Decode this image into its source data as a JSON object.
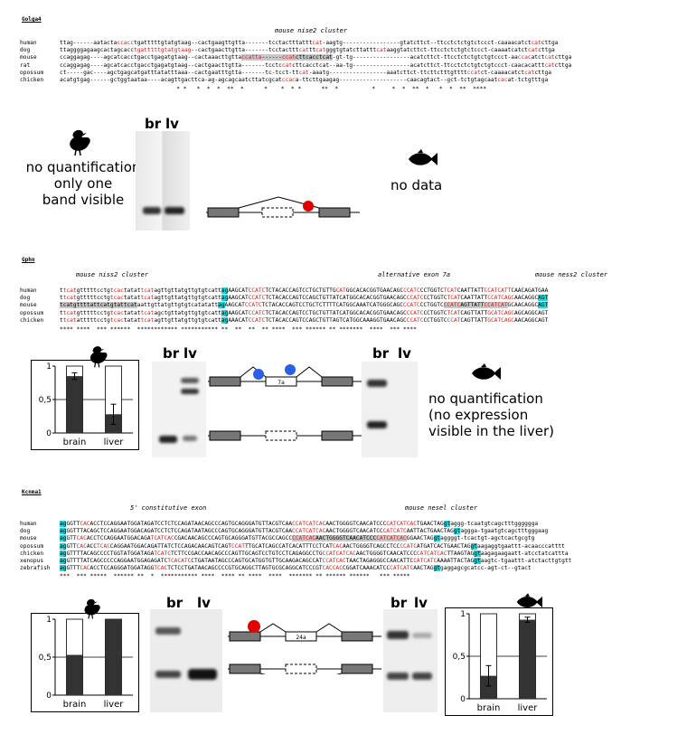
{
  "sections": [
    {
      "gene": "Golga4",
      "cluster_labels": [
        "mouse nise2 cluster"
      ],
      "species": [
        "human",
        "dog",
        "mouse",
        "rat",
        "opossum",
        "chicken"
      ],
      "seqs": [
        "ttag------aatacta{ccacc}tgatttttgtatgtaag--cactgaagttgtta-------tcctactttattt{cat}-aagtg-----------------gtatcttct--ttcctctctgtctccct-caaaacatct{cat}cttga",
        "ttaggggagaagcactagcacc{tgatttttgtatgtaag}--cactgaacttgtta-------tcctacttt{cat}tt{cat}gggtgtatcttattt{cat}aaggtatcttct-ttcctctctgtctccct-caaaatcatct{cat}cttga",
        "ccaggagag----agcatcacctgacctgagatgtaag--cactaaacttgtta[{ccatta}------{ccat}cttcacctcat]-gt-tg-----------------acatcttct-ttcctctctgtctgtccct-aa{ccac}atct{cat}cttga",
        "ccaggagag----agcatcacctgacctgagatgtaag--cactgaacttgtta-------tcctc{cat}cttcacctcat--aa-tg-----------------acatcttct-ttcctctctgtctgtccct-caacacattt{cat}cttga",
        "ct-----gac----agctgagcatgatttatatttaaa--cactgaatttgtta-------tc-tcct-tt{cat}-aaatg-----------------aaatcttct-ttcttctttgtttt{ccat}ct-caaaacatct{cat}cttga",
        "acatgtgag------gctggtaataa----acagttgacttca-ag-agcagcaatcttatcgcat{ccac}a-ttcttgaagag--------------------caacagtact--gct-tctgtagcaat{cac}at-tctgtttga"
      ],
      "stars": "          * *   *  *  *  **  *      *    *  * *      **  *          *     *  *  **  *   *  *  **  ****"
    },
    {
      "gene": "Gphn",
      "cluster_labels": [
        "mouse niss2 cluster",
        "alternative exon 7a",
        "mouse ness2 cluster"
      ],
      "species": [
        "human",
        "dog",
        "mouse",
        "opossum",
        "chicken"
      ],
      "seqs": [
        "t{tcat}gtttttcctg{tcac}tatat{tcat}agttgttatgttgtgtcatt<ag>AAGCAT{CCATC}TCTACACCAGTCCTGCTGTTG{CAT}GGCACACGGTGAACAGC{CCATC}CCTGGTC{TCAT}CAATTATT{CCATCATT}CAACAGATGAA",
        "t{tcat}gtttttcctg{tcac}tatat{tcat}agttgttatgttgtgtcatt<ag>AAGCAT{CCATC}TCTACACCAGTCCAGCTGTTATCATGGCACACGGTGAACAGC{CCATC}CCTGGTC{TCAT}CAATTATT{CCATCAGC}AACAGGC<AGT>",
        "[tcatgttttattcatgtattcat]aattgttatgttgtgtcatatatt<ag>AAGCAT{CCATC}TCTACACCAGTCCTGCTCTTTTCATGGCAAATCATGGGCAGC{CCATC}CCTGGTC[{CCATC}AGTTATT{CCATCAT}]GCAACAGGC<AGT>",
        "t{tcat}gtttttcctg{tcac}tatat{tcat}agctgttatgttgtgtcatt<ag>AAGCAT{CCATC}TCTACACCAGTCCTGCTGTTATCATGGCACACGGTGAACAGC{CCATC}CCTGGTC{TCAT}CAGTTATT{GCATCAGC}AGCAGGCAGT",
        "t{tcat}atttttcctg{tcac}tatat{tcat}agttgttatgttgtgtcatt<ag>AAACAT{CCATC}TCTACACCAGTCCAGCTGTTAGTCATGGCAAAGGTGAACAGC{CCATC}CCTGGTC{CCAT}CAGTTATT{GCATCAGC}AACAGGCAGT"
      ],
      "stars": "**** ****  *** ******  ************ *********** **  **  **  ** ****  *** ****** ** *******  ****  *** ****"
    },
    {
      "gene": "Kcnma1",
      "cluster_labels": [
        "5' constitutive exon",
        "mouse nesel cluster"
      ],
      "species": [
        "human",
        "dog",
        "mouse",
        "opossum",
        "chicken",
        "xenopus",
        "zebrafish"
      ],
      "seqs": [
        "<ag>GGTT{CAC}ACCTCCAGGAATGGATAGATCCTCTCCAGATAACAGCCCAGTGCAGGGATGTTACGTCAA{CCATCATCAC}AACTGGGGTCAACATCCC{CATCATCAC}TGAACTAG<gt>aggg-tcaatgtcagctttgggggga",
        "<ag>GGTTTACAGCTCCAGGAATGGACAGATCCTCTCCAGATAATAGCCCAGTGCAGGGATGTTACGTCAA{CCATCATCAC}AACTGGGGTCAACATCC{CATCATC}AATTACTGAACTAG<gt>aggga-tgaatgtcagctttgggaag",
        "<ag>GTT{CAC}ACCTCCAGGAATGGACAGA{TCATCAC}CGACAACAGCCCAGTGCAGGGATGTTACGCCAGCC[{CCATCAC}AACTGGGGTCAACATCCC{CATCATCAC}]GGAACTAG<gt>aggggt-tcactgt-agctcactgcgtg",
        "<ag>GTT{CAC}ACC{TCAC}CAGGAATGGACAGATTATCTCCAGACAACAGTCAGT{CCAT}TTGCATCAGCCATCACATTTCCTCAT{CAC}AACTGGGGTCAGCCTCC{CCATC}ATGATCACTGAACTAG<gt>aagaggtgaattt-acaacccatttt",
        "<ag>GTTTTACAGCCCCTGGTATGGATAGA{TCATC}TCTTCCGACCAACAGCCCAGTTGCAGTCCTGTCCTCAGAGGCCTG{CCATCATCAC}AACTGGGGTCAACATCCC{CATCATCAC}TTAAGTAG<gt>aagagaagaatt-atcctatcattta",
        "<ag>GTTTTATCAGCCCCCAGGAATGGAGAGATC{TCACATC}CTGATAATAGCCCAGTGCATGGTGTTGCAAGACAGCCAT{CCATCAC}TAACTAGAGGGCCAACATTC{CATCATC}AAAATTACTAG<gt>aagtc-tgaattt-atctacttgtgtt",
        "<ag>GTTT{CAC}ACCTCCAGGGATGGATAGG{TCAC}TCTCCTGATAACAGCCCCGTGCAGGCTTAGTGCGCAGGCATCCCGT{CACCAC}CGGATCAAACATCC{CATCATC}AACTAG<gt>gaggagcgcatcc-agt-ct--gtact"
      ],
      "stars": "***  *** *****  ****** **  *  *********** ****  **** ** ****  ****  ******* ** ****** ******   *** *****"
    }
  ],
  "golga4": {
    "quant_note": [
      "no quantification",
      "only one",
      "band visible"
    ],
    "lanes": [
      "br",
      "lv"
    ],
    "fish_note": "no data"
  },
  "gphn": {
    "lanes_left": [
      "br",
      "lv"
    ],
    "lanes_right": [
      "br",
      "lv"
    ],
    "exon_label": "7a",
    "fish_note": [
      "no quantification",
      "(no expression",
      "visible in the liver)"
    ],
    "chart_data": {
      "type": "bar",
      "categories": [
        "brain",
        "liver"
      ],
      "values": [
        0.85,
        0.28
      ],
      "errors": [
        0.05,
        0.15
      ],
      "yticks": [
        "0",
        "0,5",
        "1"
      ],
      "ylim": [
        0,
        1
      ]
    }
  },
  "kcnma1": {
    "lanes_left": [
      "br",
      "lv"
    ],
    "lanes_right": [
      "br",
      "lv"
    ],
    "exon_label": "24a",
    "chart_data": [
      {
        "type": "bar",
        "categories": [
          "brain",
          "liver"
        ],
        "values": [
          0.53,
          1.0
        ],
        "errors": [
          0,
          0
        ],
        "yticks": [
          "0",
          "0,5",
          "1"
        ],
        "ylim": [
          0,
          1
        ]
      },
      {
        "type": "bar",
        "categories": [
          "brain",
          "liver"
        ],
        "values": [
          0.27,
          0.93
        ],
        "errors": [
          0.12,
          0.03
        ],
        "yticks": [
          "0",
          "0,5",
          "1"
        ],
        "ylim": [
          0,
          1
        ]
      }
    ]
  }
}
